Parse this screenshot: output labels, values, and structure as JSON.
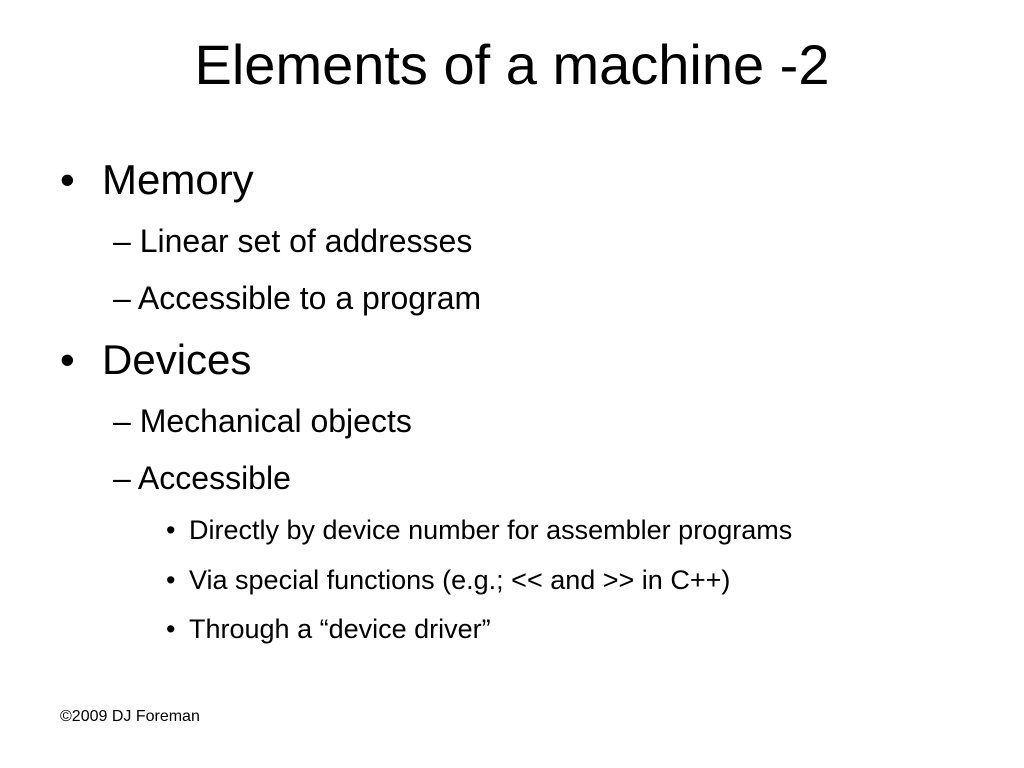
{
  "slide": {
    "title": "Elements of a machine -2",
    "footer": "©2009 DJ Foreman",
    "bullets": [
      {
        "marker": "•",
        "text": "Memory",
        "subitems": [
          {
            "marker": "–",
            "text": "Linear set of addresses"
          },
          {
            "marker": "–",
            "text": "Accessible to a program"
          }
        ]
      },
      {
        "marker": "•",
        "text": "Devices",
        "subitems": [
          {
            "marker": "–",
            "text": "Mechanical objects"
          },
          {
            "marker": "–",
            "text": "Accessible",
            "subitems": [
              {
                "marker": "•",
                "text": "Directly by device number for assembler programs"
              },
              {
                "marker": "•",
                "text": "Via special functions (e.g.; << and >> in C++)"
              },
              {
                "marker": "•",
                "text": "Through a “device driver”"
              }
            ]
          }
        ]
      }
    ]
  }
}
